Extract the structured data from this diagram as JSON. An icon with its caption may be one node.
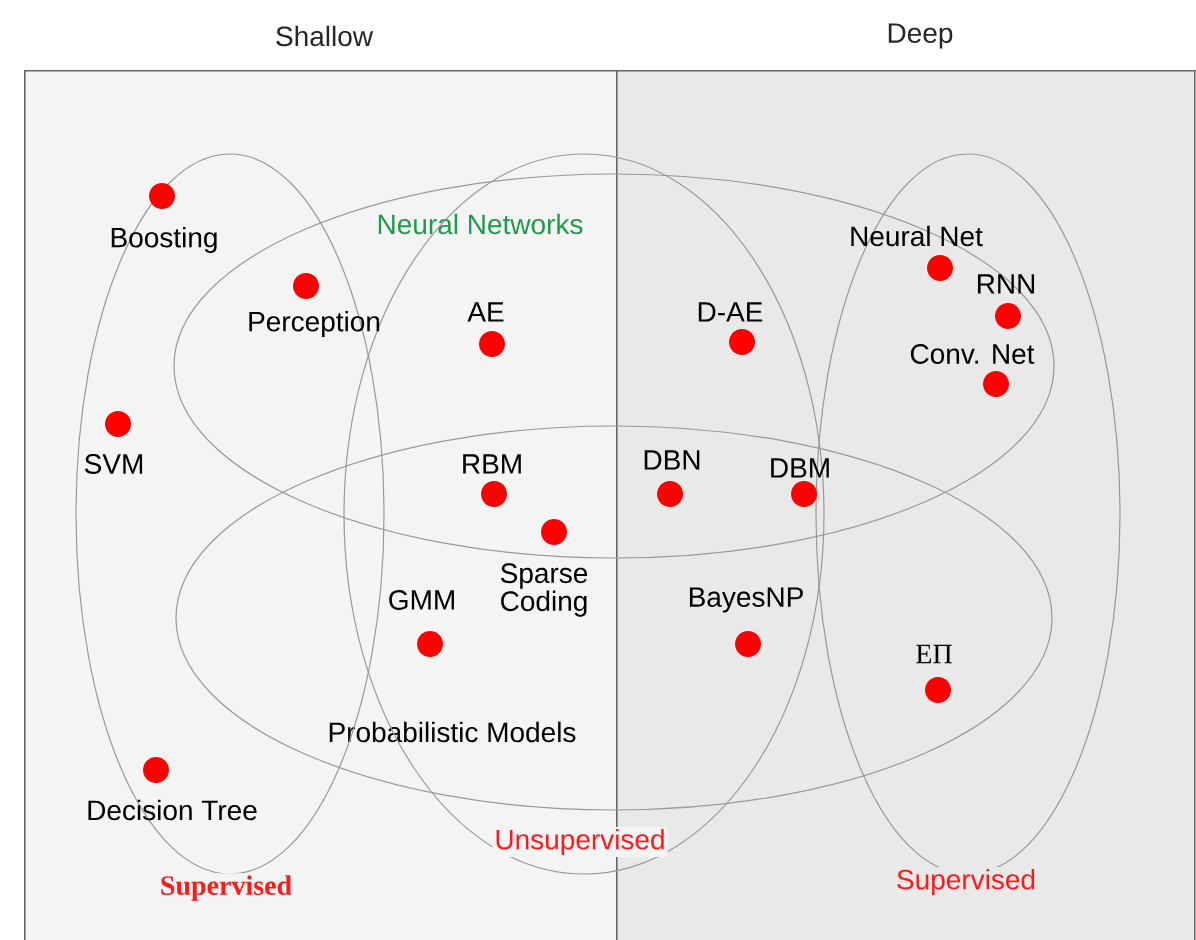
{
  "diagram": {
    "nodes": [
      {
        "text": [
          "Shallow"
        ]
      },
      {
        "text": [
          "Deep"
        ]
      },
      {
        "text": [
          "Neural Networks"
        ]
      },
      {
        "text": [
          "Probabilistic Models"
        ]
      },
      {
        "text": [
          "Unsupervised"
        ]
      },
      {
        "text": [
          "Supervised"
        ],
        "in": 0
      },
      {
        "text": [
          "Supervised"
        ],
        "in": 1
      },
      {
        "text": [
          "Boosting"
        ],
        "in": 5
      },
      {
        "text": [
          "Perception"
        ]
      },
      {
        "text": [
          "AE"
        ]
      },
      {
        "text": [
          "SVM"
        ],
        "in": 5
      },
      {
        "text": [
          "RBM"
        ]
      },
      {
        "text": [
          "Sparse Coding"
        ]
      },
      {
        "text": [
          "GMM"
        ]
      },
      {
        "text": [
          "Decision Tree"
        ],
        "in": 5
      },
      {
        "text": [
          "D-AE"
        ]
      },
      {
        "text": [
          "Neural Net"
        ]
      },
      {
        "text": [
          "RNN"
        ]
      },
      {
        "text": [
          "Conv. Net"
        ]
      },
      {
        "text": [
          "DBN"
        ]
      },
      {
        "text": [
          "DBM"
        ]
      },
      {
        "text": [
          "BayesNP"
        ]
      },
      {
        "text": [
          "ЕП"
        ]
      }
    ],
    "edges": []
  }
}
